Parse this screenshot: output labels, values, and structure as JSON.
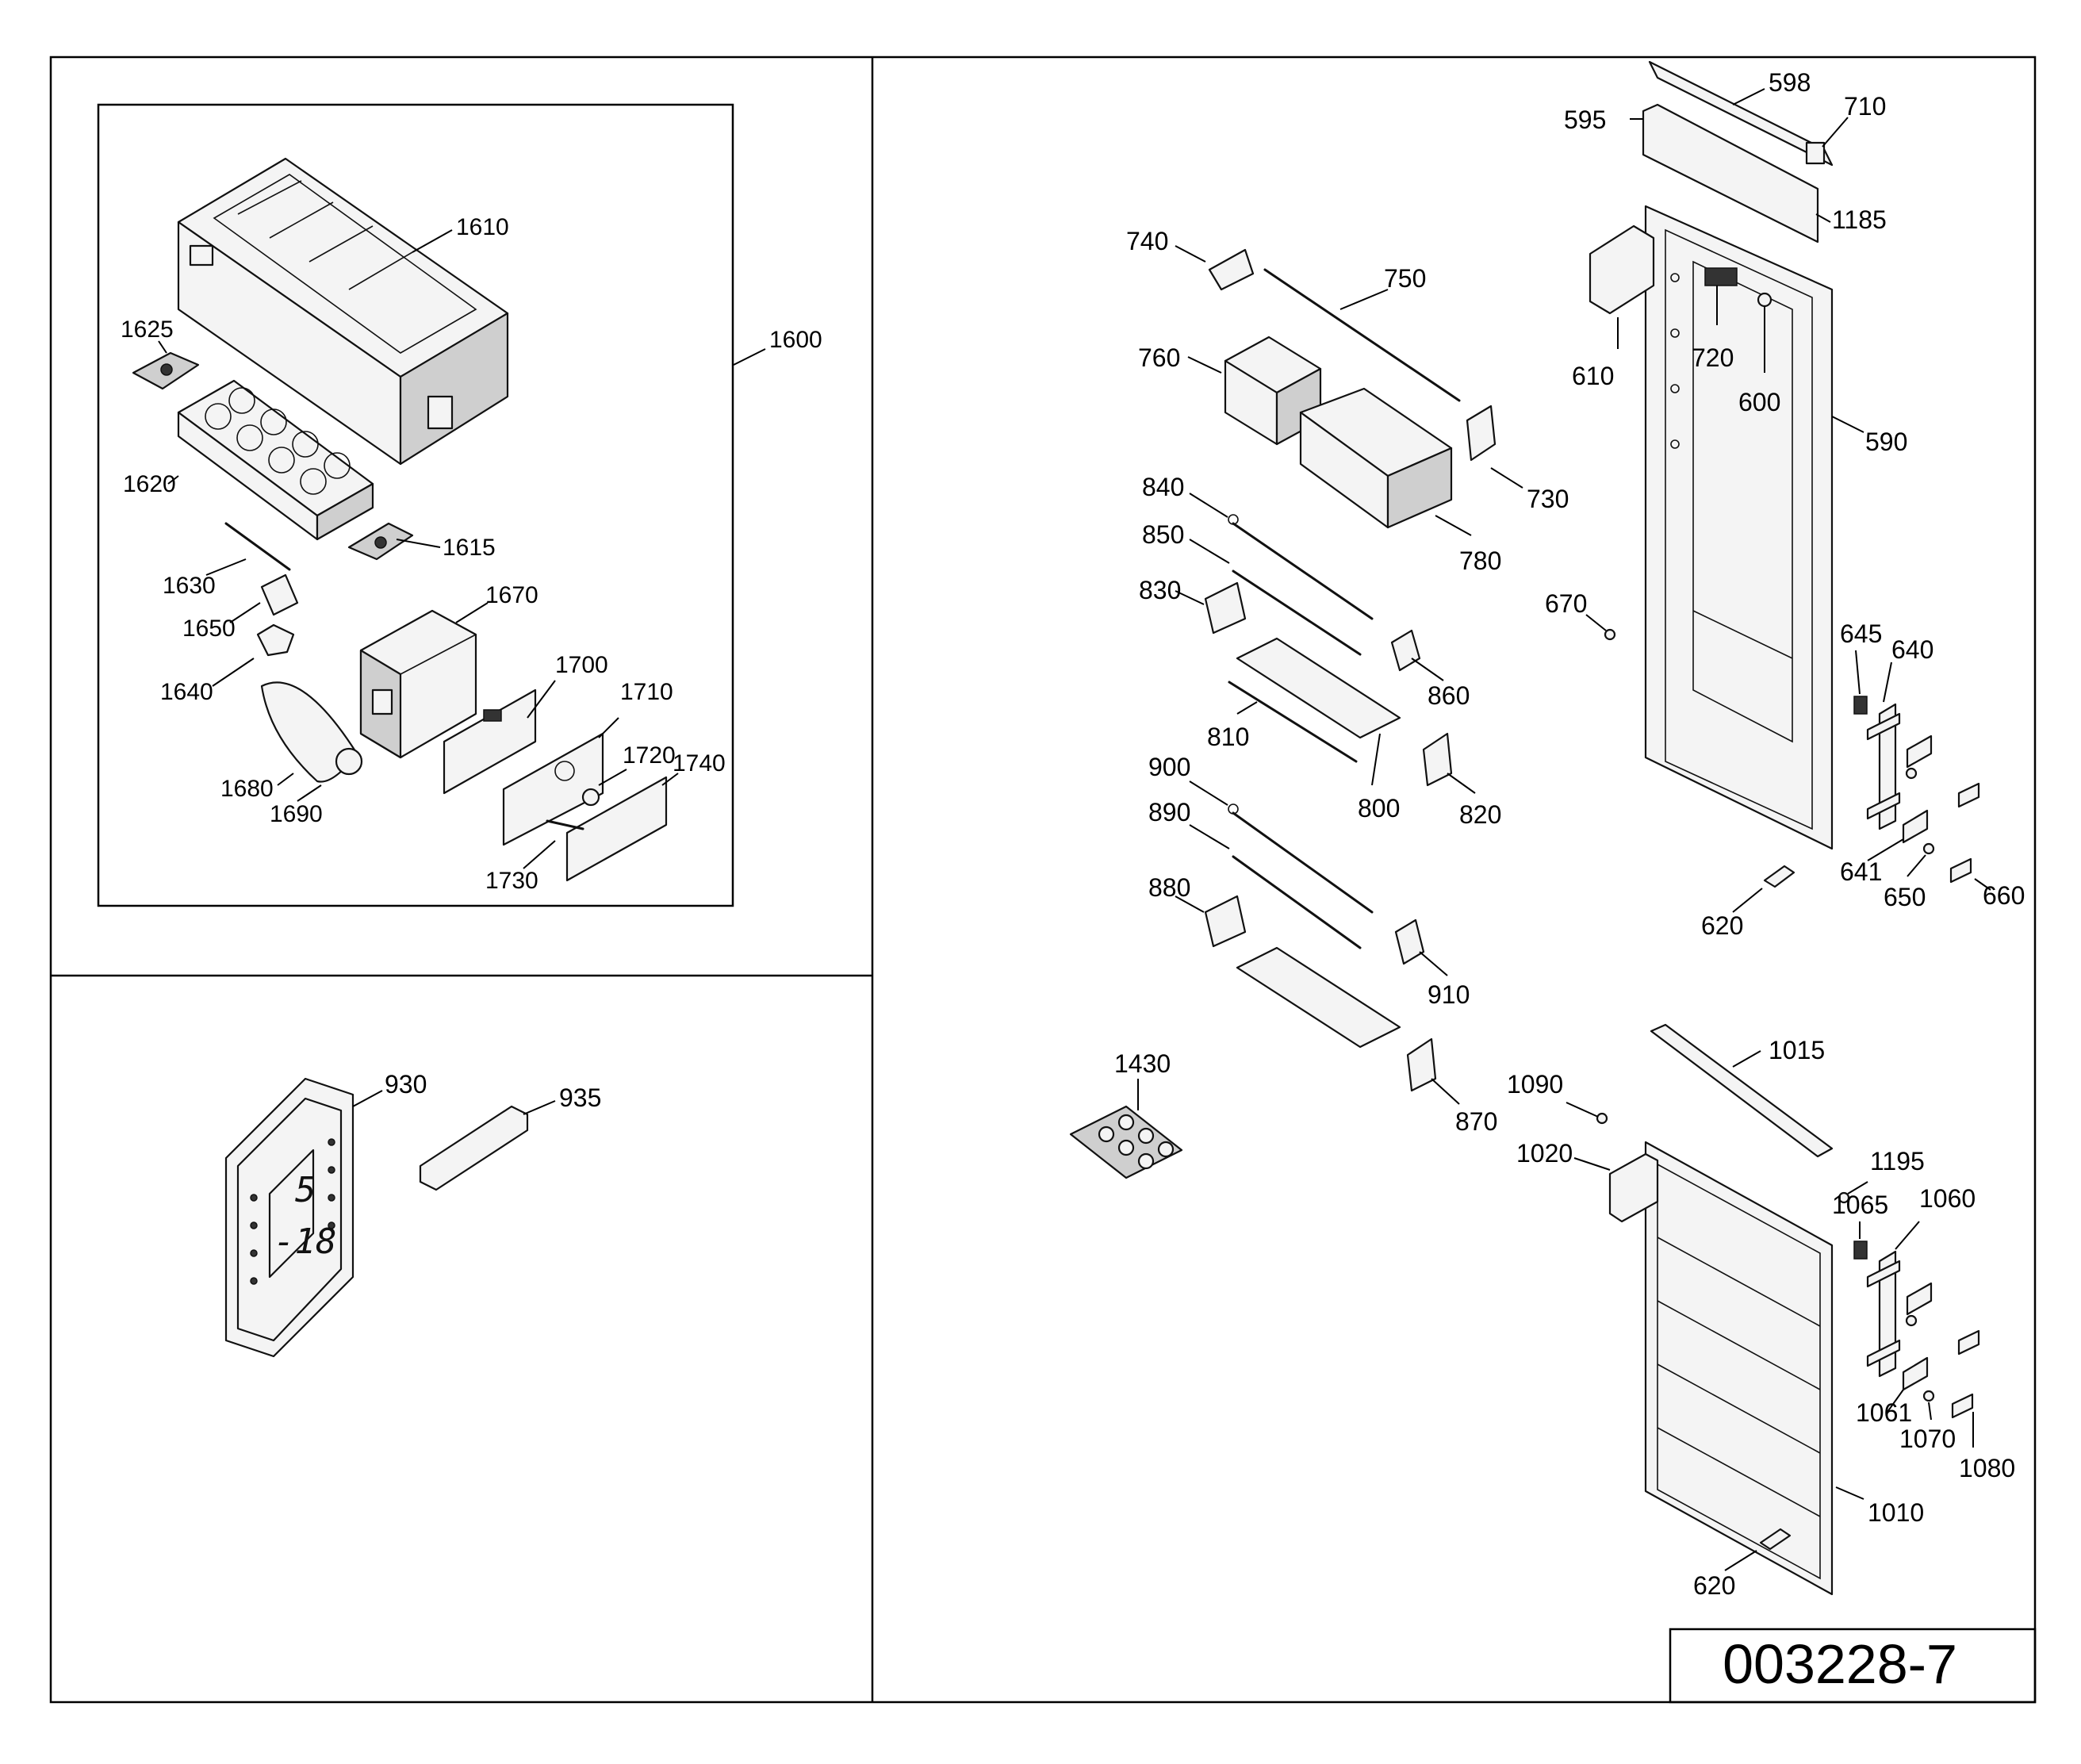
{
  "drawing_number": "003228-7",
  "display": {
    "top_digit": "5",
    "bottom_digits": "-18"
  },
  "labels": {
    "p1600": "1600",
    "p1610": "1610",
    "p1615": "1615",
    "p1620": "1620",
    "p1625": "1625",
    "p1630": "1630",
    "p1640": "1640",
    "p1650": "1650",
    "p1670": "1670",
    "p1680": "1680",
    "p1690": "1690",
    "p1700": "1700",
    "p1710": "1710",
    "p1720": "1720",
    "p1730": "1730",
    "p1740": "1740",
    "p930": "930",
    "p935": "935",
    "p598": "598",
    "p595": "595",
    "p710": "710",
    "p1185": "1185",
    "p740": "740",
    "p750": "750",
    "p760": "760",
    "p610": "610",
    "p720": "720",
    "p600": "600",
    "p590": "590",
    "p730": "730",
    "p780": "780",
    "p840": "840",
    "p850": "850",
    "p830": "830",
    "p670": "670",
    "p645": "645",
    "p640": "640",
    "p860": "860",
    "p810": "810",
    "p800": "800",
    "p820": "820",
    "p900": "900",
    "p890": "890",
    "p880": "880",
    "p641": "641",
    "p650": "650",
    "p660": "660",
    "p620a": "620",
    "p910": "910",
    "p1430": "1430",
    "p1015": "1015",
    "p1090": "1090",
    "p870": "870",
    "p1020": "1020",
    "p1195": "1195",
    "p1065": "1065",
    "p1060": "1060",
    "p1061": "1061",
    "p1070": "1070",
    "p1080": "1080",
    "p1010": "1010",
    "p620b": "620"
  }
}
